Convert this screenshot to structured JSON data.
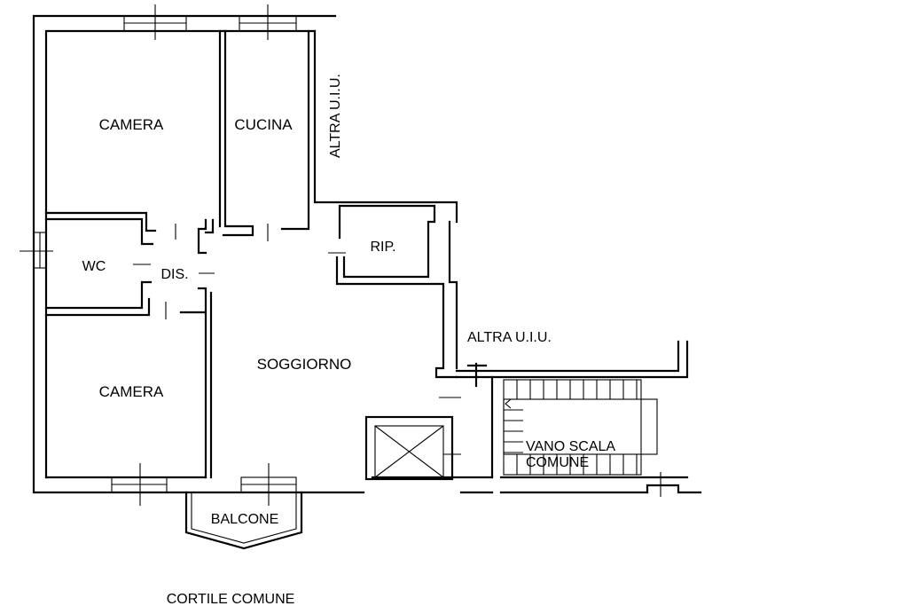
{
  "rooms": {
    "camera_top": "CAMERA",
    "cucina": "CUCINA",
    "altra_uiu_top": "ALTRA U.I.U.",
    "rip": "RIP.",
    "wc": "WC",
    "dis": "DIS.",
    "altra_uiu_right": "ALTRA U.I.U.",
    "soggiorno": "SOGGIORNO",
    "camera_bottom": "CAMERA",
    "vano_scala_line1": "VANO SCALA",
    "vano_scala_line2": "COMUNE",
    "balcone": "BALCONE",
    "cortile": "CORTILE COMUNE"
  },
  "colors": {
    "ink": "#000000",
    "background": "#ffffff"
  }
}
